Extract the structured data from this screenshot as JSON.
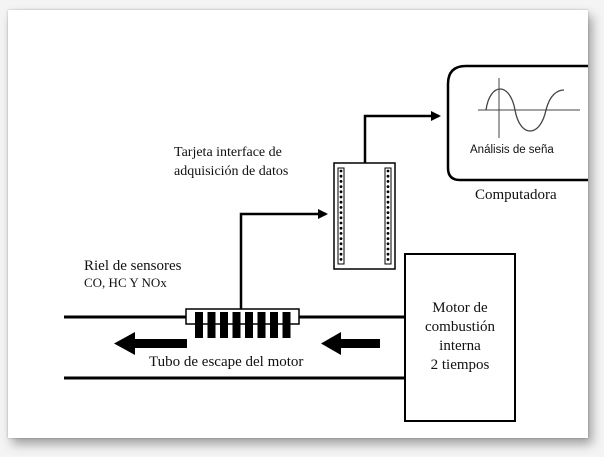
{
  "labels": {
    "card_interface_line1": "Tarjeta interface  de",
    "card_interface_line2": "adquisición de datos",
    "computer": "Computadora",
    "signal_analysis": "Análisis de seña",
    "sensor_rail_line1": "Riel de sensores",
    "sensor_rail_line2": "CO, HC Y NOx",
    "exhaust_tube": "Tubo de escape del motor",
    "motor_line1": "Motor de",
    "motor_line2": "combustión",
    "motor_line3": "interna",
    "motor_line4": "2 tiempos"
  },
  "icons": {
    "signal": "sine-wave-icon",
    "flow": "arrow-left-icon"
  },
  "colors": {
    "ink": "#000000",
    "paper": "#ffffff"
  }
}
